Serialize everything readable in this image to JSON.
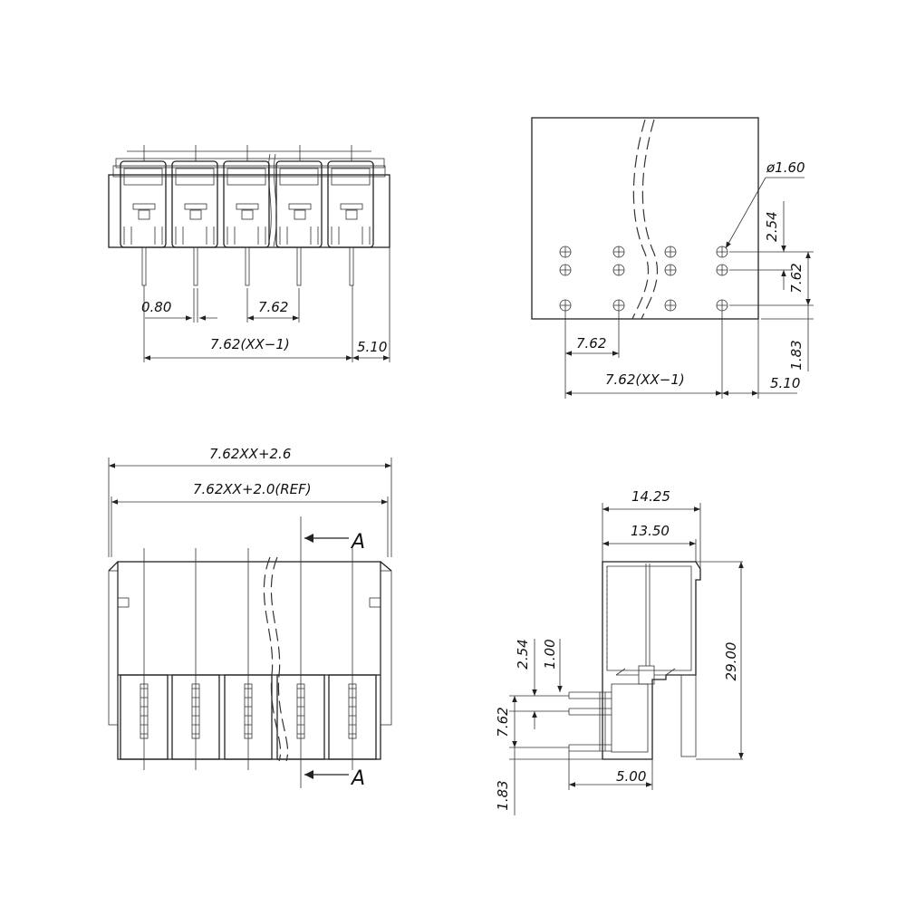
{
  "front_view": {
    "dims": {
      "pin_width": "0.80",
      "pitch": "7.62",
      "span": "7.62(XX−1)",
      "end_offset": "5.10"
    }
  },
  "pcb_layout": {
    "dims": {
      "hole_diameter": "ø1.60",
      "row_offset": "2.54",
      "row_pitch": "7.62",
      "edge_offset": "1.83",
      "pitch": "7.62",
      "span": "7.62(XX−1)",
      "end_offset": "5.10"
    }
  },
  "top_view": {
    "dims": {
      "overall_width": "7.62XX+2.6",
      "ref_width": "7.62XX+2.0(REF)"
    },
    "section_label_top": "A",
    "section_label_bottom": "A"
  },
  "side_view": {
    "dims": {
      "depth_outer": "14.25",
      "depth_inner": "13.50",
      "height": "29.00",
      "offset_254": "2.54",
      "offset_100": "1.00",
      "pitch": "7.62",
      "edge": "1.83",
      "pin_length": "5.00"
    }
  }
}
